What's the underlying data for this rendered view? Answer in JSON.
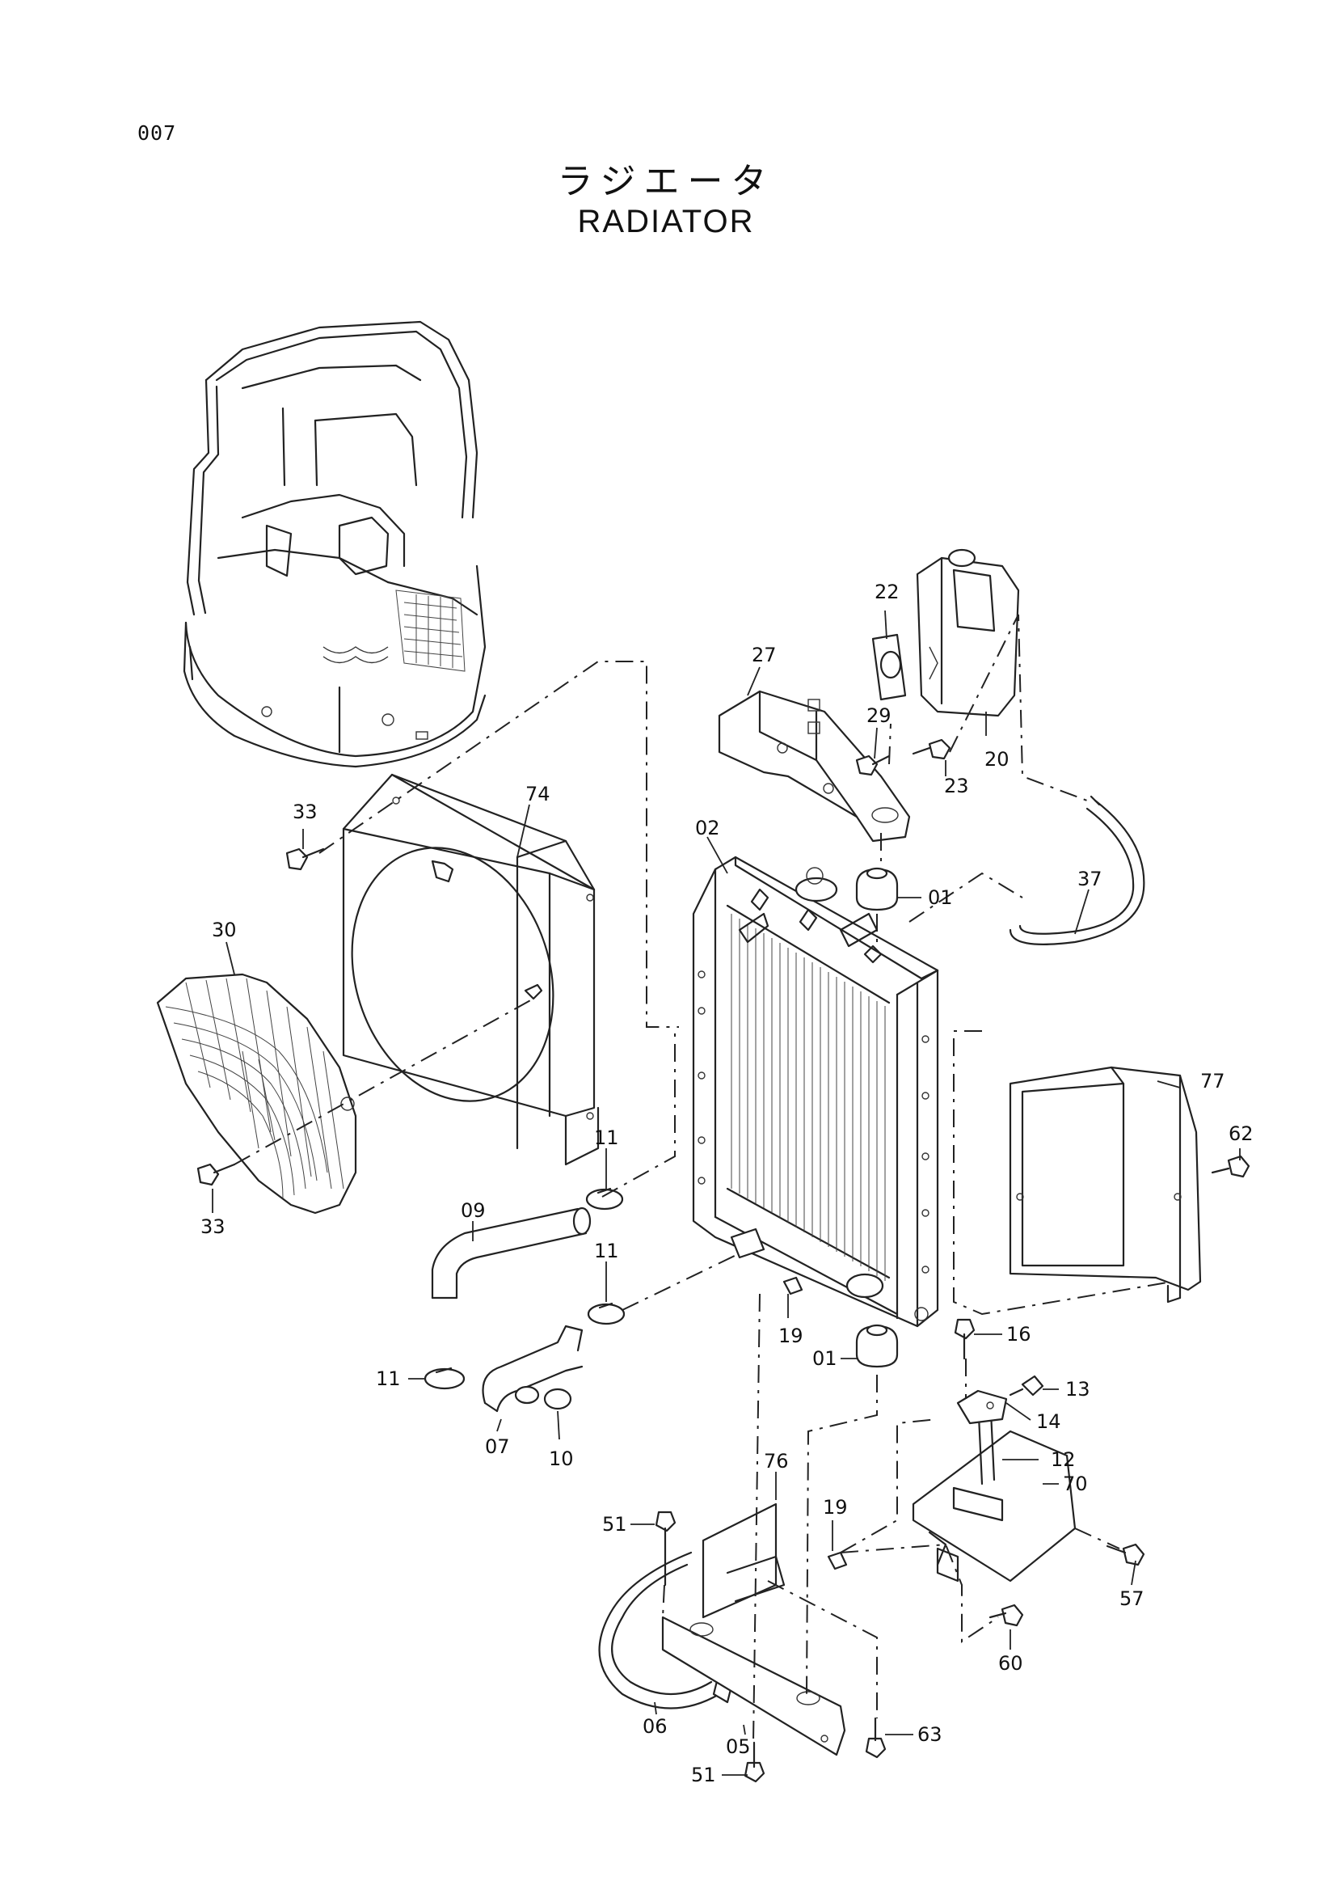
{
  "page": {
    "number": "007"
  },
  "title": {
    "japanese": "ラジエータ",
    "english": "RADIATOR"
  },
  "parts": [
    {
      "ref": "p01a",
      "label": "01"
    },
    {
      "ref": "p01b",
      "label": "01"
    },
    {
      "ref": "p02",
      "label": "02"
    },
    {
      "ref": "p05",
      "label": "05"
    },
    {
      "ref": "p06",
      "label": "06"
    },
    {
      "ref": "p07",
      "label": "07"
    },
    {
      "ref": "p09",
      "label": "09"
    },
    {
      "ref": "p10",
      "label": "10"
    },
    {
      "ref": "p11a",
      "label": "11"
    },
    {
      "ref": "p11b",
      "label": "11"
    },
    {
      "ref": "p11c",
      "label": "11"
    },
    {
      "ref": "p12",
      "label": "12"
    },
    {
      "ref": "p13",
      "label": "13"
    },
    {
      "ref": "p14",
      "label": "14"
    },
    {
      "ref": "p16",
      "label": "16"
    },
    {
      "ref": "p19a",
      "label": "19"
    },
    {
      "ref": "p19b",
      "label": "19"
    },
    {
      "ref": "p20",
      "label": "20"
    },
    {
      "ref": "p22",
      "label": "22"
    },
    {
      "ref": "p23",
      "label": "23"
    },
    {
      "ref": "p27",
      "label": "27"
    },
    {
      "ref": "p29",
      "label": "29"
    },
    {
      "ref": "p30",
      "label": "30"
    },
    {
      "ref": "p33a",
      "label": "33"
    },
    {
      "ref": "p33b",
      "label": "33"
    },
    {
      "ref": "p37",
      "label": "37"
    },
    {
      "ref": "p51a",
      "label": "51"
    },
    {
      "ref": "p51b",
      "label": "51"
    },
    {
      "ref": "p57",
      "label": "57"
    },
    {
      "ref": "p60",
      "label": "60"
    },
    {
      "ref": "p62",
      "label": "62"
    },
    {
      "ref": "p63",
      "label": "63"
    },
    {
      "ref": "p70",
      "label": "70"
    },
    {
      "ref": "p74",
      "label": "74"
    },
    {
      "ref": "p76",
      "label": "76"
    },
    {
      "ref": "p77",
      "label": "77"
    }
  ]
}
